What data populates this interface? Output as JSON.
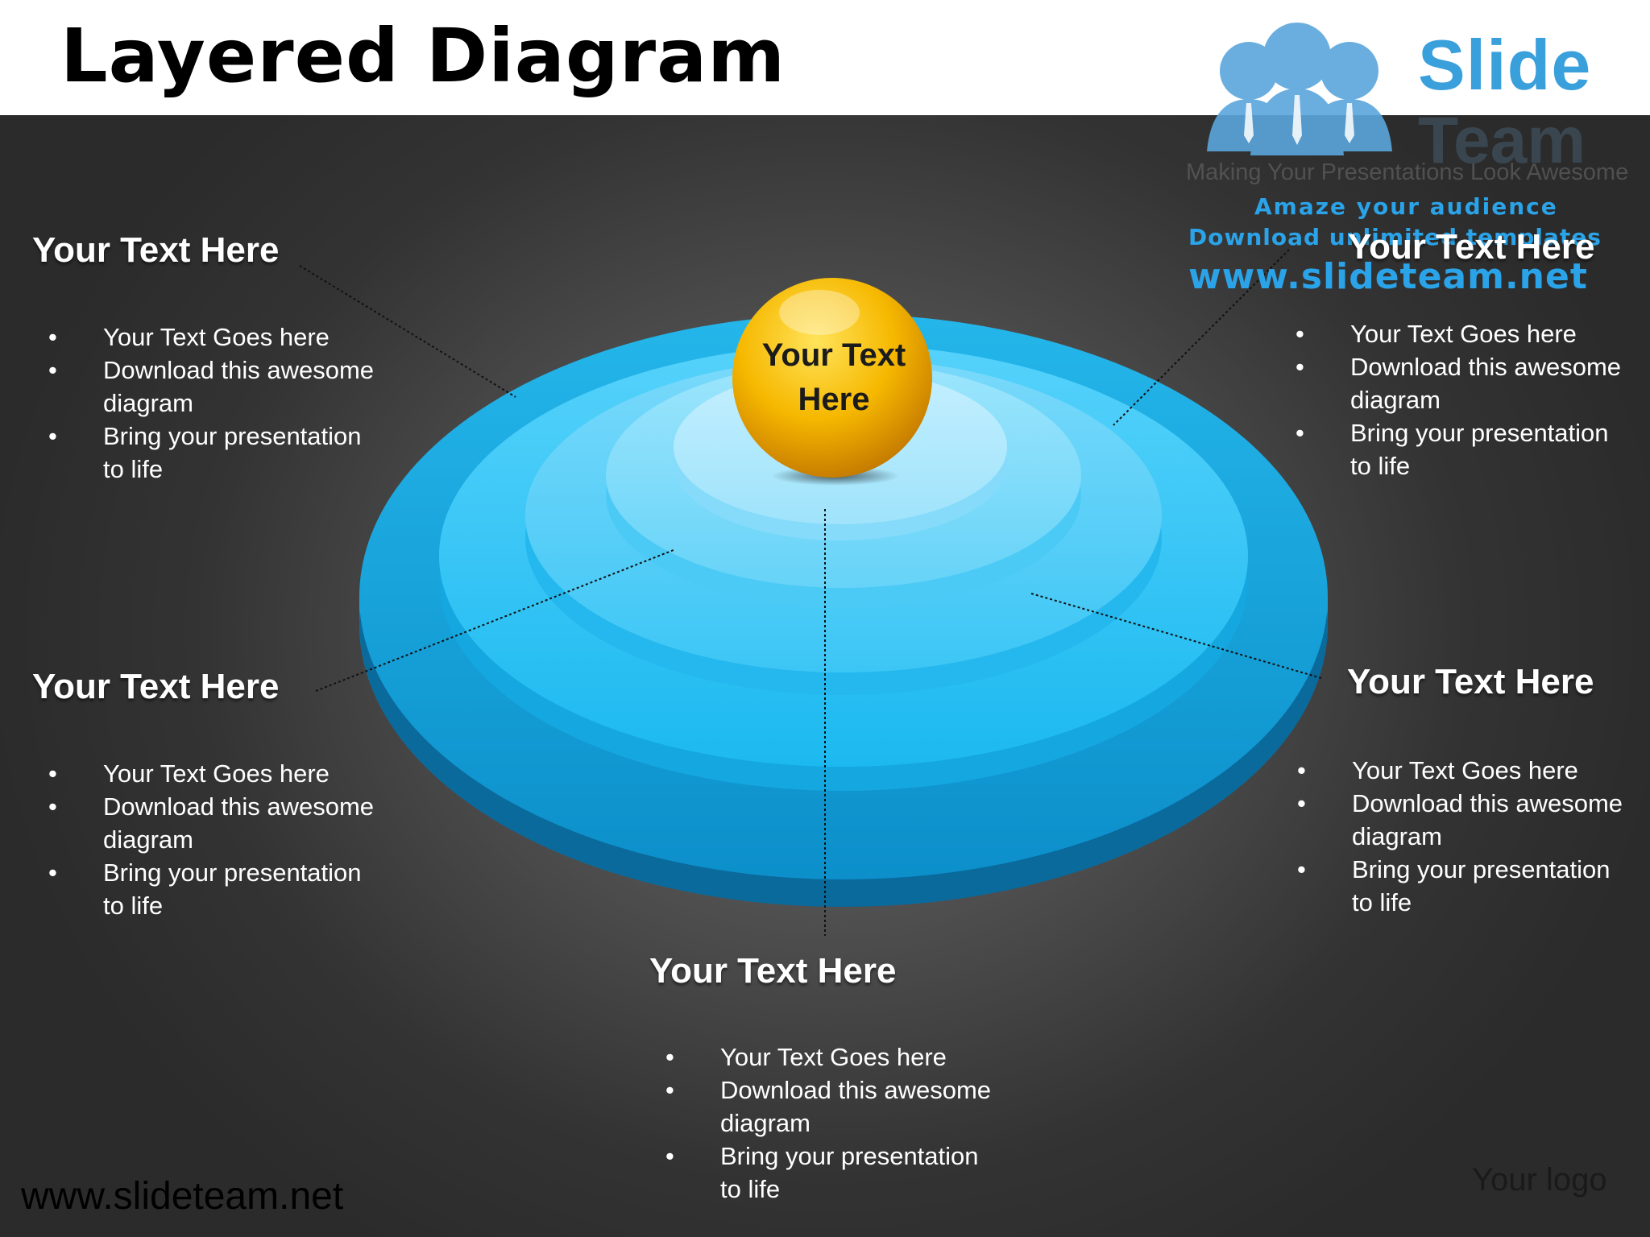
{
  "title": "Layered Diagram",
  "logo": {
    "brand_word_1": "Slide",
    "brand_word_2": "Team",
    "tagline": "Making Your Presentations Look Awesome",
    "promo_line_1": "Amaze your audience",
    "promo_line_2": "Download unlimited templates",
    "promo_line_3": "www.slideteam.net"
  },
  "center_sphere": {
    "label_line_1": "Your Text",
    "label_line_2": "Here"
  },
  "callouts": {
    "top_left": {
      "heading": "Your Text Here",
      "bullets": [
        "Your Text Goes here",
        "Download this awesome",
        "diagram",
        "Bring your presentation",
        "to life"
      ]
    },
    "top_right": {
      "heading": "Your Text Here",
      "bullets": [
        "Your Text Goes here",
        "Download this awesome",
        "diagram",
        "Bring your presentation",
        "to life"
      ]
    },
    "middle_left": {
      "heading": "Your Text Here",
      "bullets": [
        "Your Text Goes here",
        "Download this awesome",
        "diagram",
        "Bring your presentation",
        "to life"
      ]
    },
    "middle_right": {
      "heading": "Your Text Here",
      "bullets": [
        "Your Text Goes here",
        "Download this awesome",
        "diagram",
        "Bring your presentation",
        "to life"
      ]
    },
    "bottom": {
      "heading": "Your Text Here",
      "bullets": [
        "Your Text Goes here",
        "Download this awesome",
        "diagram",
        "Bring your presentation",
        "to life"
      ]
    }
  },
  "footer": {
    "url": "www.slideteam.net",
    "logo_placeholder": "Your logo"
  },
  "colors": {
    "layer_dark": "#0a7fb8",
    "layer_mid": "#33c3f5",
    "layer_light": "#8fe0fb",
    "sphere": "#f2a900",
    "brand_blue": "#2aa3e8"
  }
}
